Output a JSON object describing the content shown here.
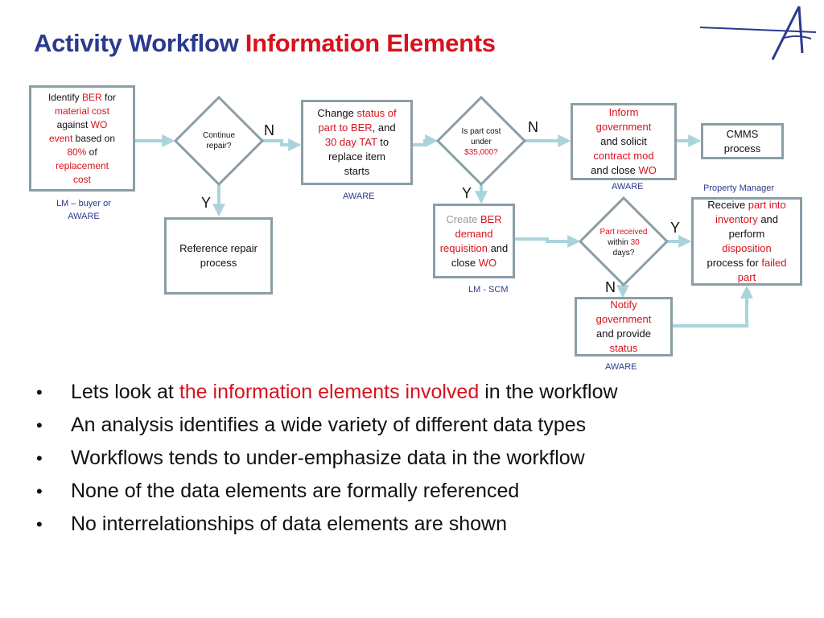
{
  "title": {
    "part1": "Activity Workflow",
    "part2": "Information Elements",
    "color_primary": "#2b3a8f",
    "color_accent": "#d8121d"
  },
  "logo": {
    "icon": "star-logo-icon"
  },
  "flow": {
    "identify": [
      "Identify",
      " BER",
      " for",
      "material cost",
      "against",
      " WO",
      "event",
      " based on",
      "80%",
      " of",
      "replacement",
      "cost"
    ],
    "continue_repair": [
      "Continue",
      "repair?"
    ],
    "change_status": [
      "Change",
      " status of",
      "part to BER",
      ", and",
      "30 day TAT",
      " to",
      "replace item",
      "starts"
    ],
    "is_part_cost": [
      "Is part cost",
      "under",
      "$35,000?"
    ],
    "inform_gov": [
      "Inform",
      "government",
      "and solicit",
      "contract mod",
      "and close",
      " WO"
    ],
    "cmms": [
      "CMMS",
      "process"
    ],
    "reference_repair": [
      "Reference repair",
      "process"
    ],
    "create_ber": [
      "Create",
      " BER",
      "demand",
      "requisition",
      "  and",
      "close",
      " WO"
    ],
    "part_received": [
      "Part received",
      "within",
      " 30",
      "days?"
    ],
    "receive_part": [
      "Receive",
      " part into",
      "inventory",
      " and",
      "perform",
      "disposition",
      "process for",
      " failed",
      "part"
    ],
    "notify_gov": [
      "Notify",
      "government",
      "and provide",
      "status"
    ],
    "notes": {
      "lm_buyer": [
        "LM – buyer or",
        "AWARE"
      ],
      "aware_change": "AWARE",
      "aware_inform": "AWARE",
      "property_manager": "Property Manager",
      "lm_scm": "LM - SCM",
      "aware_notify": "AWARE"
    },
    "labels": {
      "n_continue": "N",
      "y_continue": "Y",
      "n_cost": "N",
      "y_cost": "Y",
      "y_received": "Y",
      "n_received": "N"
    },
    "connector_color": "#a9d4dc"
  },
  "bullets": [
    {
      "pre": "Lets look at ",
      "highlight": "the information elements involved",
      "post": " in the workflow"
    },
    {
      "pre": "An analysis identifies a wide variety of different data types",
      "highlight": "",
      "post": ""
    },
    {
      "pre": "Workflows tends to under-emphasize data in the workflow",
      "highlight": "",
      "post": ""
    },
    {
      "pre": "None of the data elements are formally referenced",
      "highlight": "",
      "post": ""
    },
    {
      "pre": "No interrelationships of data elements are shown",
      "highlight": "",
      "post": ""
    }
  ]
}
